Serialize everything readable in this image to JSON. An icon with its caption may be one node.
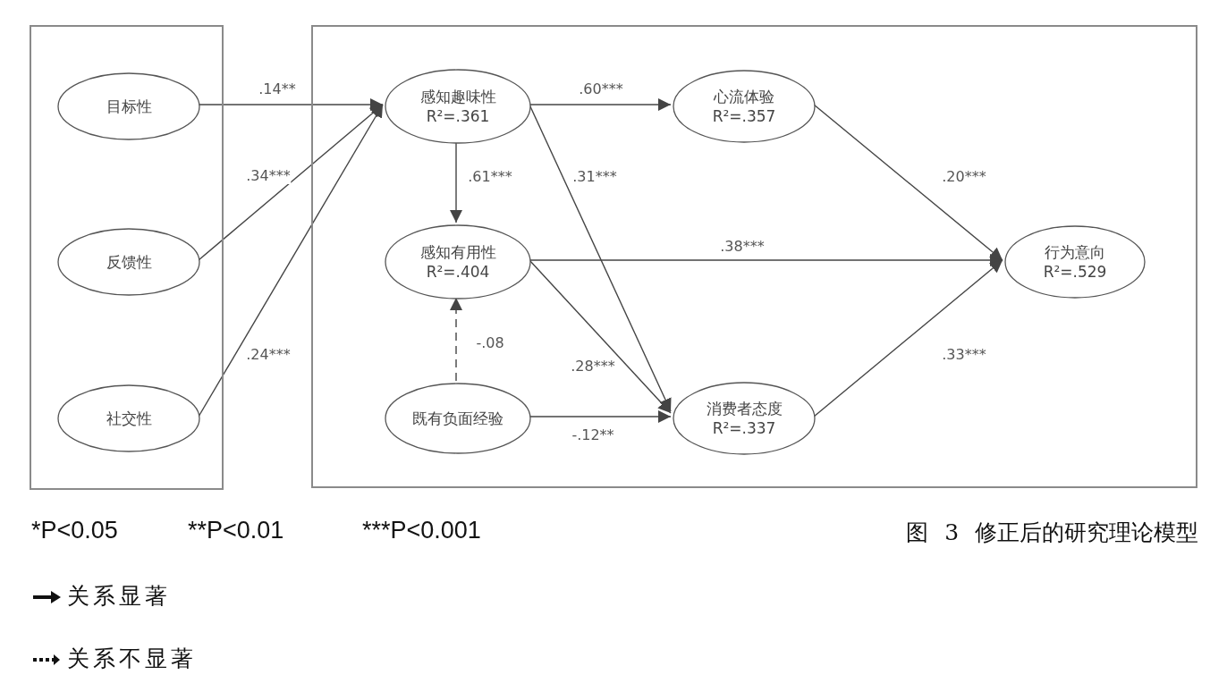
{
  "diagram": {
    "caption": "图 3 修正后的研究理论模型",
    "nodes": [
      {
        "text": [],
        "shape": "box"
      },
      {
        "text": [
          "目标性"
        ],
        "in": 0
      },
      {
        "text": [
          "反馈性"
        ],
        "in": 0
      },
      {
        "text": [
          "社交性"
        ],
        "in": 0
      },
      {
        "text": [],
        "shape": "box"
      },
      {
        "text": [
          "感知趣味性",
          "R²=.361"
        ],
        "in": 4
      },
      {
        "text": [
          "心流体验",
          "R²=.357"
        ],
        "in": 4
      },
      {
        "text": [
          "感知有用性",
          "R²=.404"
        ],
        "in": 4
      },
      {
        "text": [
          "行为意向",
          "R²=.529"
        ],
        "in": 4
      },
      {
        "text": [
          "既有负面经验"
        ],
        "in": 4
      },
      {
        "text": [
          "消费者态度",
          "R²=.337"
        ],
        "in": 4
      }
    ],
    "edges": [
      {
        "from": 1,
        "to": 5,
        "arrow": "to",
        "label": ".14**"
      },
      {
        "from": 2,
        "to": 5,
        "arrow": "to",
        "label": ".34***"
      },
      {
        "from": 3,
        "to": 5,
        "arrow": "to",
        "label": ".24***"
      },
      {
        "from": 5,
        "to": 6,
        "arrow": "to",
        "label": ".60***"
      },
      {
        "from": 5,
        "to": 7,
        "arrow": "to",
        "label": ".61***"
      },
      {
        "from": 5,
        "to": 10,
        "arrow": "to",
        "label": ".31***"
      },
      {
        "from": 7,
        "to": 8,
        "arrow": "to",
        "label": ".38***"
      },
      {
        "from": 7,
        "to": 10,
        "arrow": "to",
        "label": ".28***"
      },
      {
        "from": 9,
        "to": 7,
        "arrow": "to",
        "label": "-.08",
        "style": "dashed"
      },
      {
        "from": 9,
        "to": 10,
        "arrow": "to",
        "label": "-.12**"
      },
      {
        "from": 6,
        "to": 8,
        "arrow": "to",
        "label": ".20***"
      },
      {
        "from": 10,
        "to": 8,
        "arrow": "to",
        "label": ".33***"
      }
    ],
    "labels": [
      "*P<0.05",
      "**P<0.01",
      "***P<0.001"
    ],
    "legend": [
      {
        "text": "关系显著"
      },
      {
        "text": "关系不显著"
      }
    ]
  }
}
